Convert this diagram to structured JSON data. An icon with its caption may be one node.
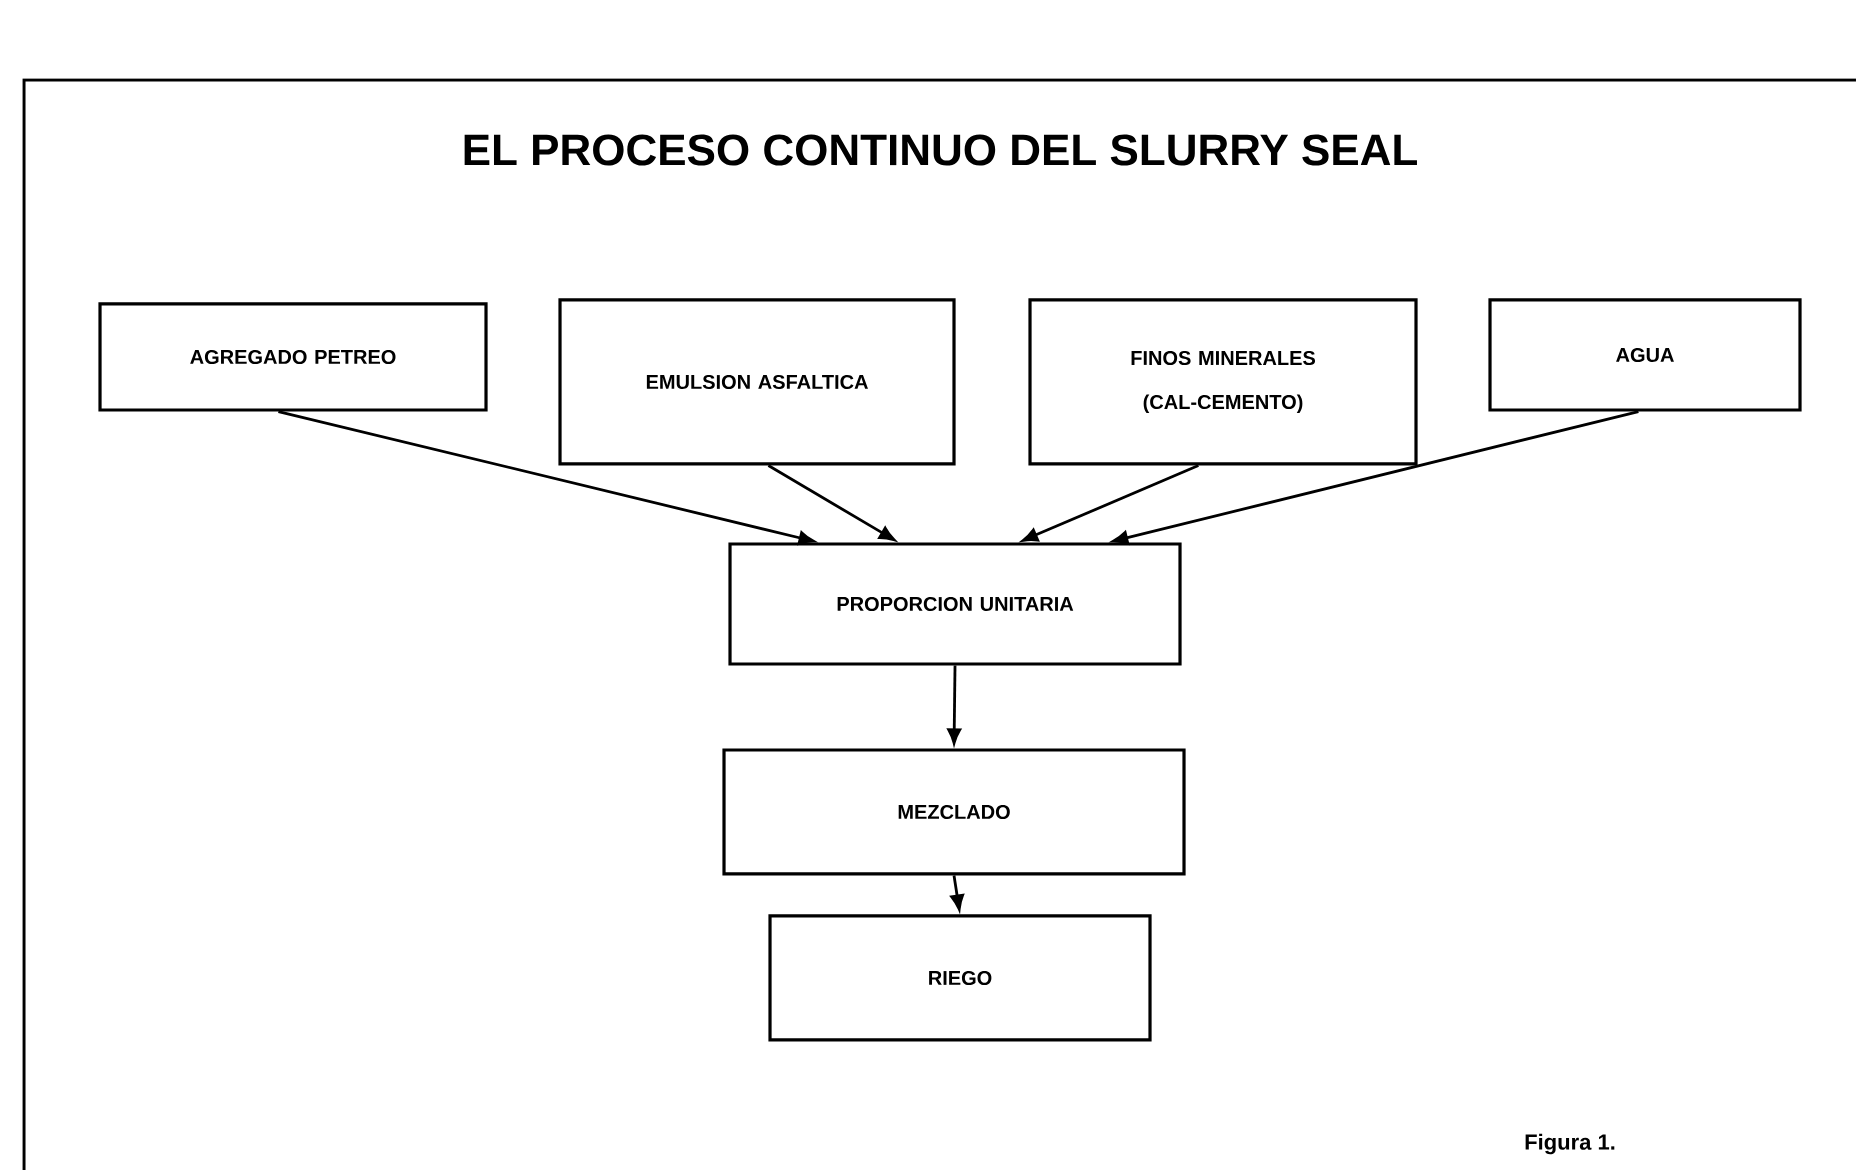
{
  "diagram": {
    "title": "EL PROCESO CONTINUO DEL SLURRY SEAL",
    "caption": "Figura 1.",
    "nodes": [
      {
        "text": [
          "AGREGADO PETREO"
        ]
      },
      {
        "text": [
          "EMULSION ASFALTICA"
        ]
      },
      {
        "text": [
          "FINOS MINERALES (CAL-CEMENTO)"
        ]
      },
      {
        "text": [
          "AGUA"
        ]
      },
      {
        "text": [
          "PROPORCION UNITARIA"
        ]
      },
      {
        "text": [
          "MEZCLADO"
        ]
      },
      {
        "text": [
          "RIEGO"
        ]
      }
    ],
    "edges": [
      {
        "from": 0,
        "to": 4,
        "arrow": "to"
      },
      {
        "from": 1,
        "to": 4,
        "arrow": "to"
      },
      {
        "from": 2,
        "to": 4,
        "arrow": "to"
      },
      {
        "from": 3,
        "to": 4,
        "arrow": "to"
      },
      {
        "from": 4,
        "to": 5,
        "arrow": "to"
      },
      {
        "from": 5,
        "to": 6,
        "arrow": "to"
      }
    ]
  }
}
